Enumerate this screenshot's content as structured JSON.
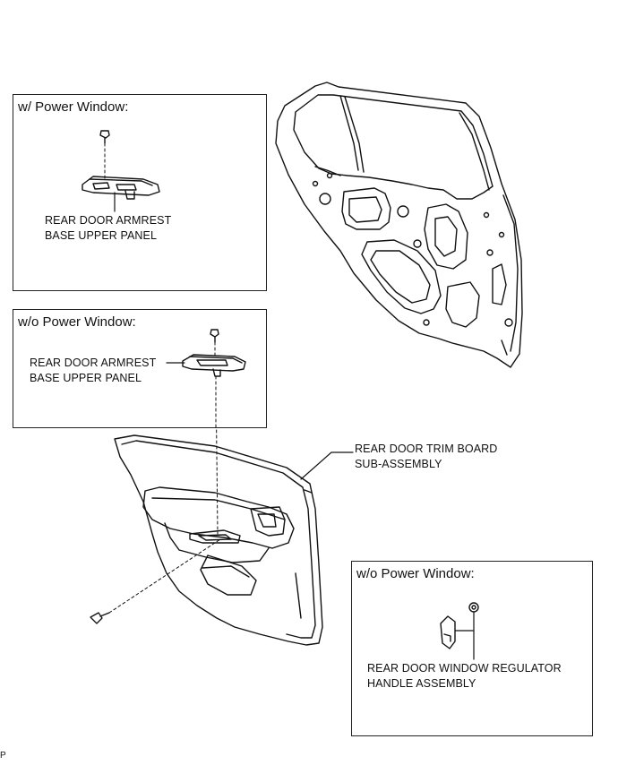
{
  "boxes": {
    "power_upper": {
      "title": "w/ Power Window:"
    },
    "nopower_upper": {
      "title": "w/o Power Window:"
    },
    "nopower_handle": {
      "title": "w/o Power Window:"
    }
  },
  "labels": {
    "armrest_power": [
      "REAR DOOR ARMREST",
      "BASE UPPER PANEL"
    ],
    "armrest_nopower": [
      "REAR DOOR ARMREST",
      "BASE UPPER PANEL"
    ],
    "trim_board": [
      "REAR DOOR TRIM BOARD",
      "SUB-ASSEMBLY"
    ],
    "regulator_handle": [
      "REAR DOOR WINDOW REGULATOR",
      "HANDLE ASSEMBLY"
    ]
  },
  "footer_code": "P"
}
